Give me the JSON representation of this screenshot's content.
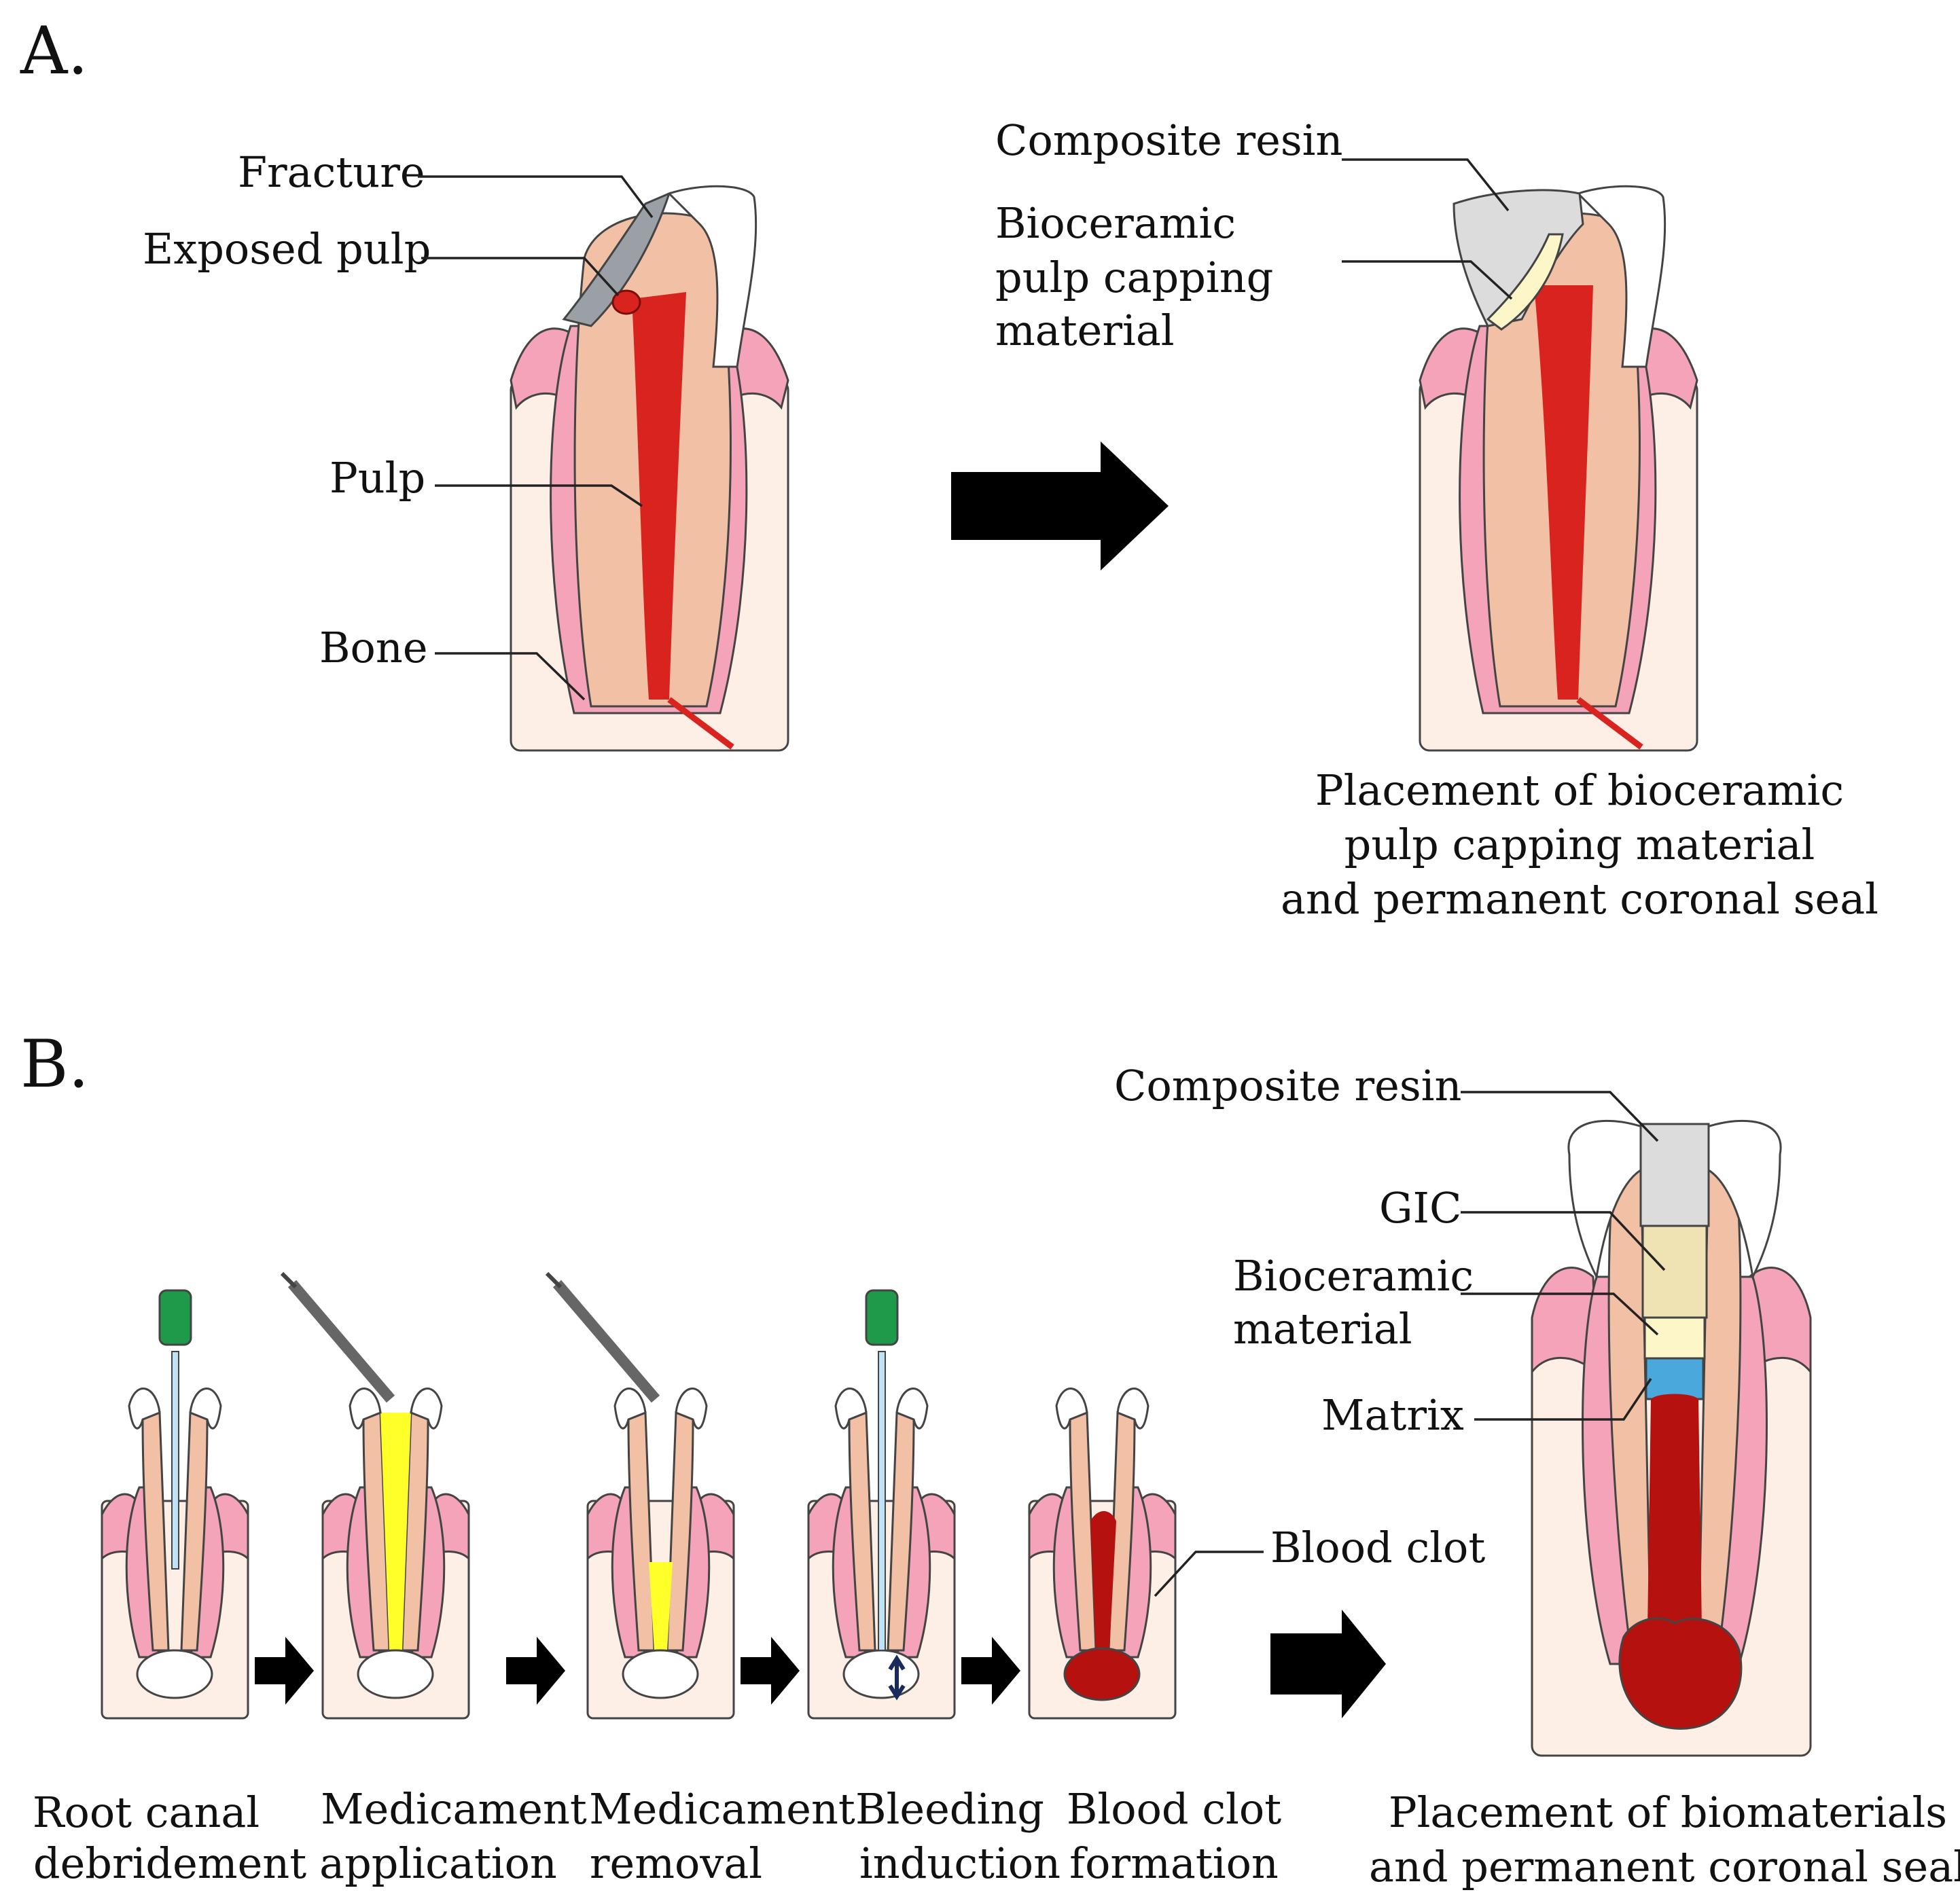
{
  "panel_a": {
    "tag": "A.",
    "labels": {
      "fracture": "Fracture",
      "exposed_pulp": "Exposed pulp",
      "pulp": "Pulp",
      "bone": "Bone",
      "composite_resin": "Composite resin",
      "bioceramic_l1": "Bioceramic",
      "bioceramic_l2": "pulp capping",
      "bioceramic_l3": "material"
    },
    "caption": [
      "Placement of bioceramic",
      "pulp capping material",
      "and permanent coronal seal"
    ]
  },
  "panel_b": {
    "tag": "B.",
    "labels": {
      "composite_resin": "Composite resin",
      "gic": "GIC",
      "bioceramic_l1": "Bioceramic",
      "bioceramic_l2": "material",
      "matrix": "Matrix",
      "blood_clot": "Blood clot"
    },
    "steps": [
      {
        "line1": "Root canal",
        "line2": "debridement"
      },
      {
        "line1": "Medicament",
        "line2": "application"
      },
      {
        "line1": "Medicament",
        "line2": "removal"
      },
      {
        "line1": "Bleeding",
        "line2": "induction"
      },
      {
        "line1": "Blood clot",
        "line2": "formation"
      }
    ],
    "caption": [
      "Placement of biomaterials",
      "and permanent coronal seal"
    ]
  },
  "colors": {
    "bone": "#fdeee6",
    "gum": "#f5a3b8",
    "dentin": "#f2c1a5",
    "pulp": "#d9231f",
    "enamel": "#ffffff",
    "composite": "#dcdcdc",
    "fracture": "#9aa0a6",
    "bioceramic": "#fdf6c8",
    "gic": "#efe2b3",
    "matrix": "#4aa8dc",
    "blood_clot": "#b5110f",
    "medicament": "#ffff2a",
    "file_handle": "#1f9a4a",
    "arrow": "#000000"
  }
}
